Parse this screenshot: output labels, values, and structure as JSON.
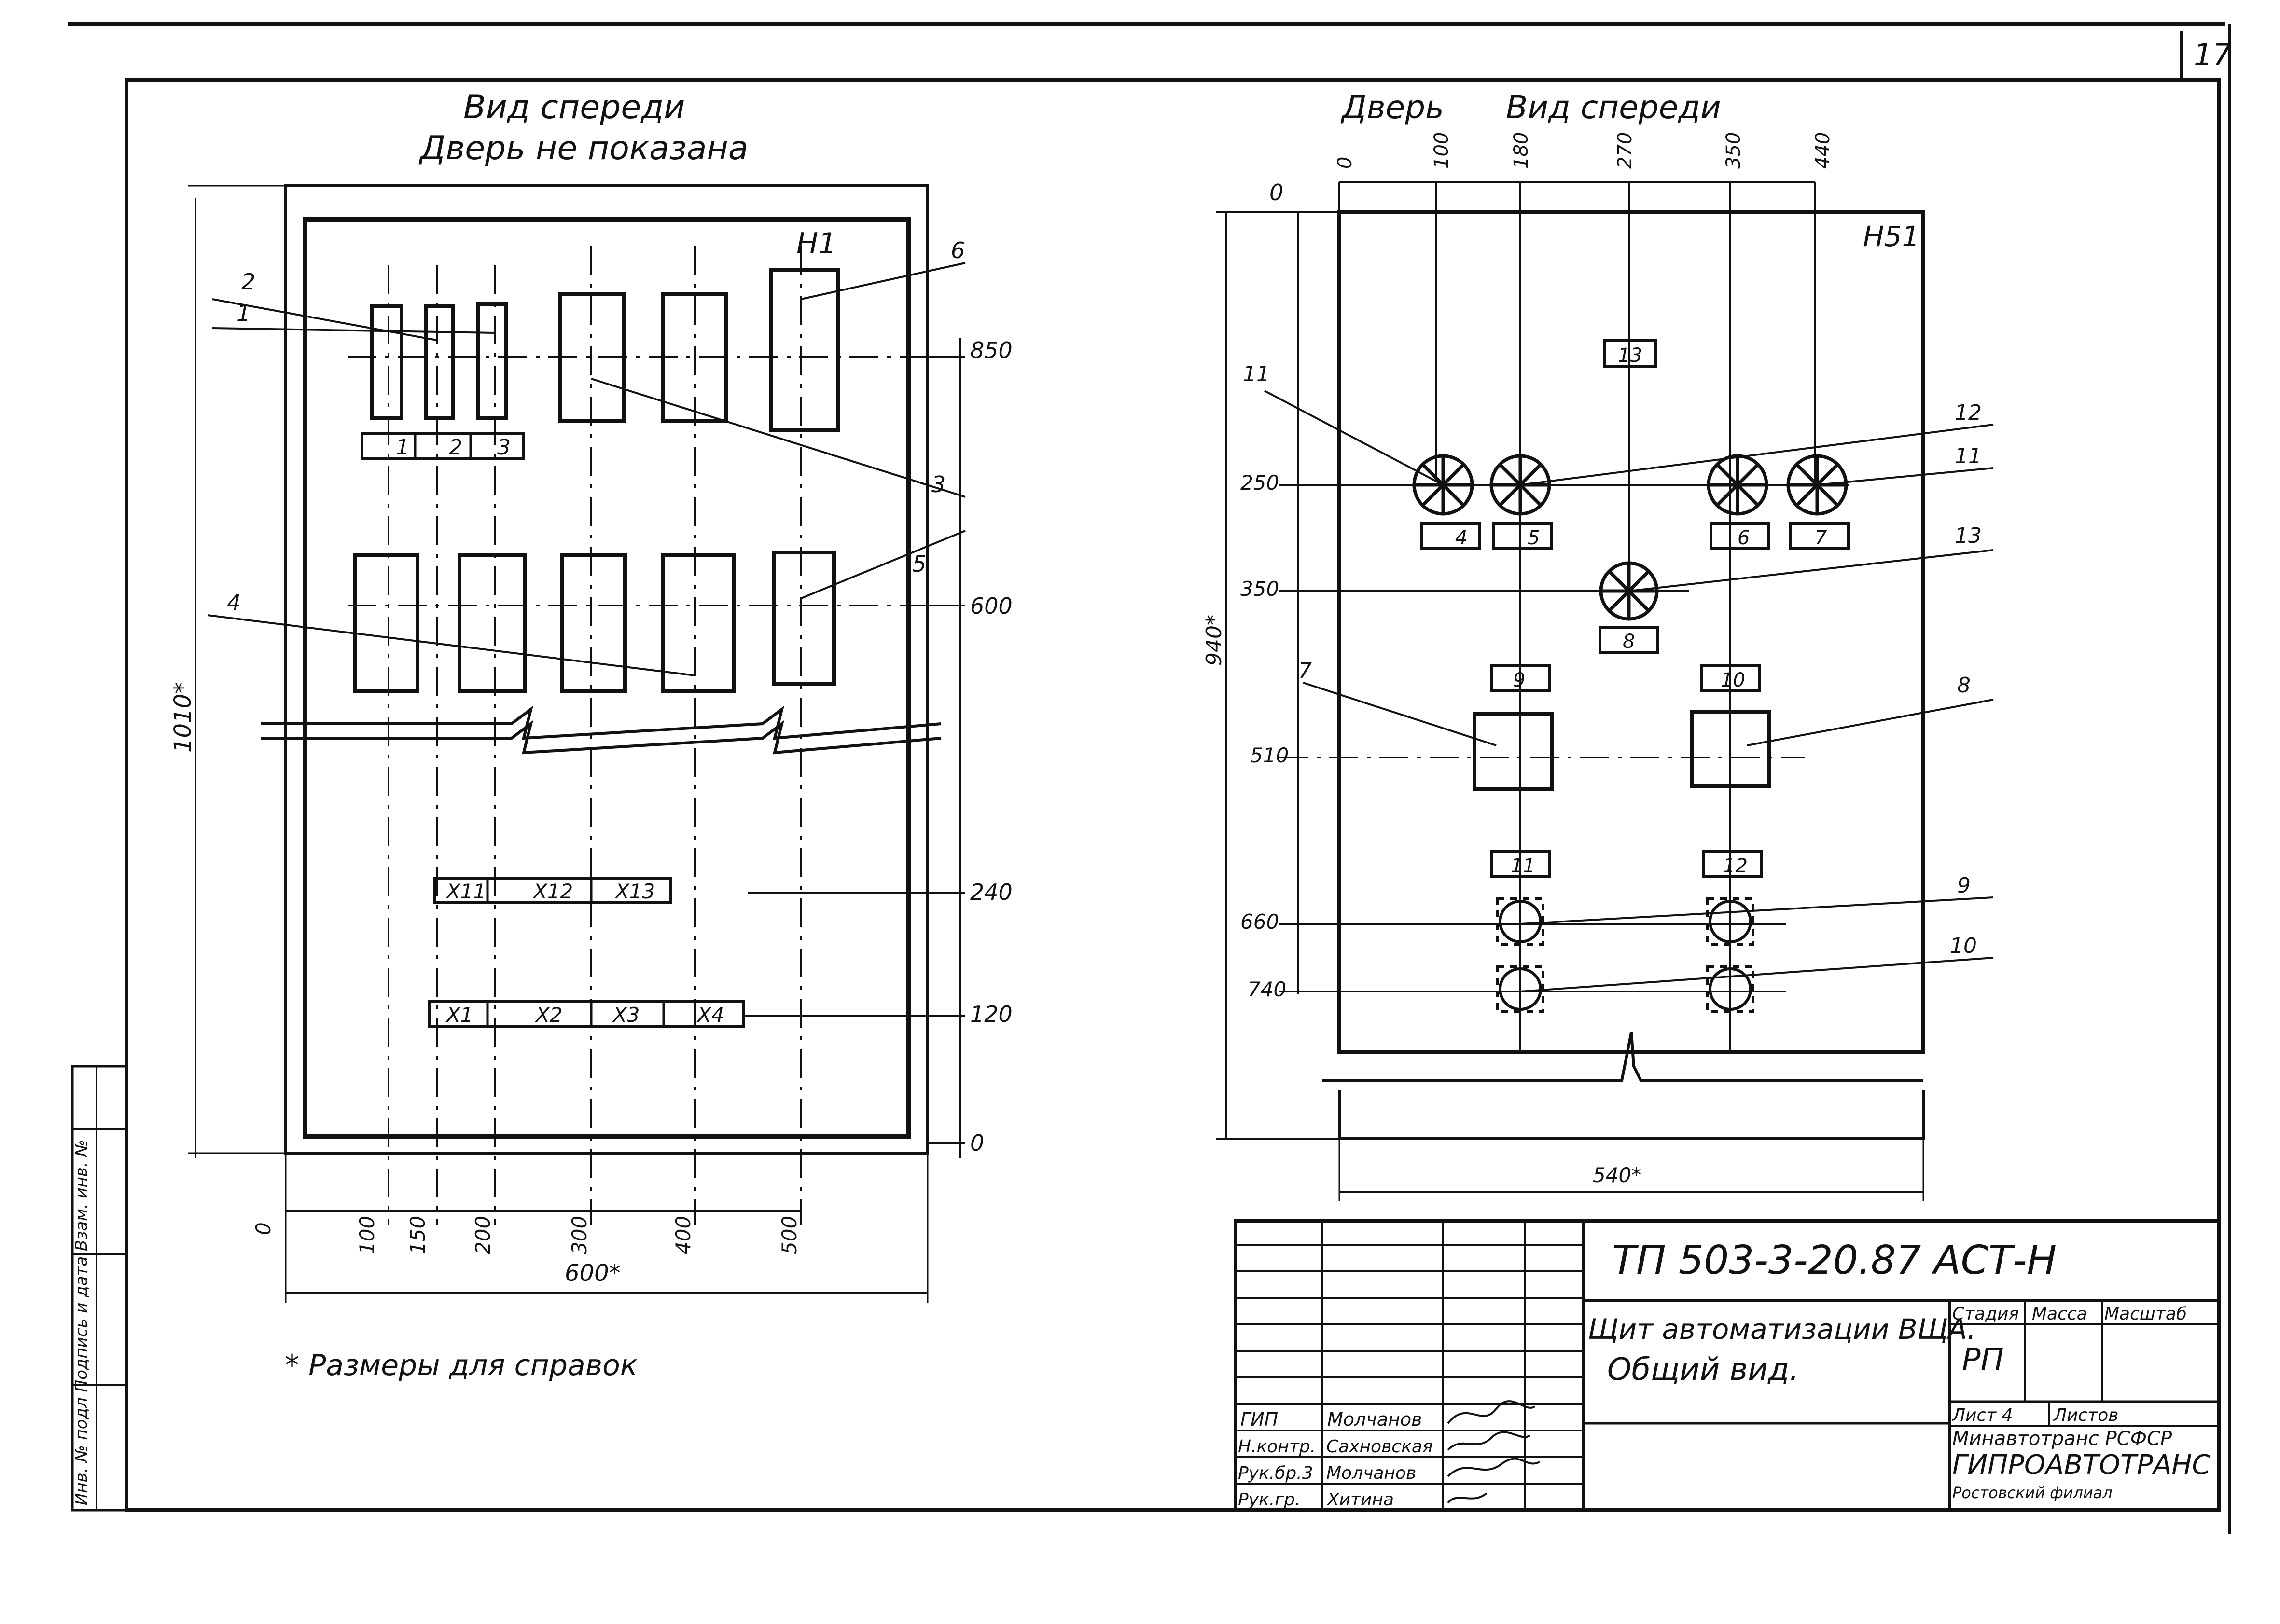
{
  "sheet_number": "17",
  "left_margin": {
    "vertical_stamp_text": "Инв. № подл   Подпись и дата   Взам. инв. №"
  },
  "left_view": {
    "title_line1": "Вид спереди",
    "title_line2": "Дверь не показана",
    "panel_label": "Н1",
    "overall_height": "1010*",
    "overall_width": "600*",
    "right_dims": [
      "850",
      "600",
      "240",
      "120",
      "0"
    ],
    "bottom_dims": [
      "0",
      "100",
      "150",
      "200",
      "300",
      "400",
      "500"
    ],
    "callouts": [
      "1",
      "2",
      "3",
      "4",
      "5",
      "6"
    ],
    "small_labels": [
      "1",
      "2",
      "3"
    ],
    "terminal_upper": [
      "Х11",
      "Х12",
      "Х13"
    ],
    "terminal_lower": [
      "Х1",
      "Х2",
      "Х3",
      "Х4"
    ]
  },
  "right_view": {
    "title_door": "Дверь",
    "title_view": "Вид спереди",
    "panel_label": "Н51",
    "top_zero": "0",
    "top_dims": [
      "0",
      "100",
      "180",
      "270",
      "350",
      "440"
    ],
    "left_dims": [
      "250",
      "350",
      "510",
      "660",
      "740"
    ],
    "overall_height": "940*",
    "overall_width": "540*",
    "label_boxes": [
      "13",
      "4",
      "5",
      "6",
      "7",
      "8",
      "9",
      "10",
      "11",
      "12"
    ],
    "callouts": [
      "11",
      "12",
      "11",
      "13",
      "7",
      "8",
      "9",
      "10"
    ]
  },
  "footnote": "* Размеры для справок",
  "title_block": {
    "code": "ТП 503-3-20.87 АСТ-Н",
    "name_line1": "Щит автоматизации ВЩА.",
    "name_line2": "Общий вид.",
    "stage_header": "Стадия",
    "mass_header": "Масса",
    "scale_header": "Масштаб",
    "stage_value": "РП",
    "sheet_label": "Лист 4",
    "sheets_label": "Листов",
    "org_line1": "Минавтотранс РСФСР",
    "org_line2": "ГИПРОАВТОТРАНС",
    "org_line3": "Ростовский филиал",
    "roles": [
      "ГИП",
      "Н.контр.",
      "Рук.бр.3",
      "Рук.гр."
    ],
    "names": [
      "Молчанов",
      "Сахновская",
      "Молчанов",
      "Хитина"
    ]
  }
}
